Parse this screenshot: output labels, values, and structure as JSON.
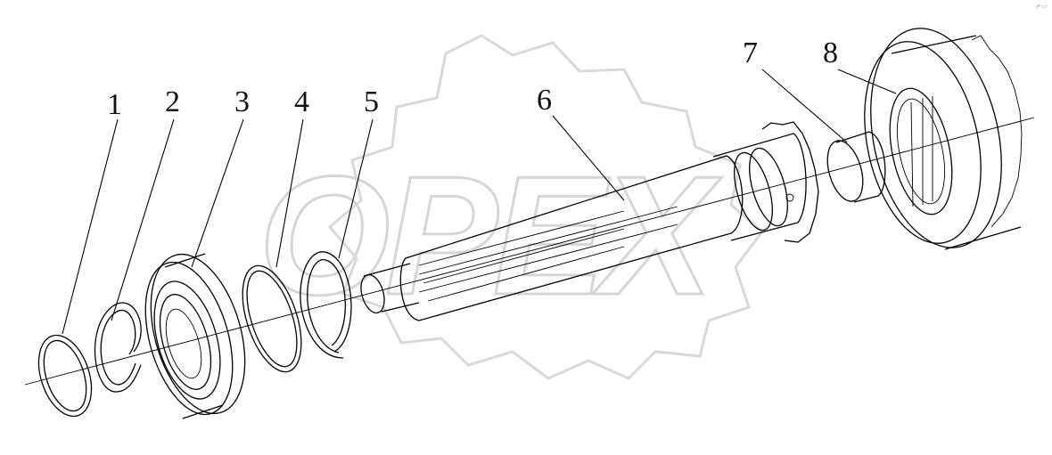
{
  "diagram": {
    "callouts": [
      "1",
      "2",
      "3",
      "4",
      "5",
      "6",
      "7",
      "8"
    ]
  },
  "watermark": {
    "text": "OPEX"
  },
  "corner_mark": "↗ ▭"
}
